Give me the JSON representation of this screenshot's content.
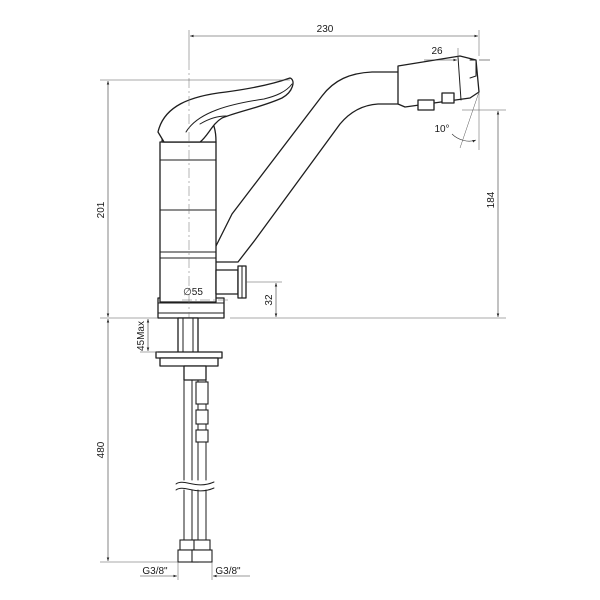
{
  "dimensions": {
    "width_total": "230",
    "spout_tip": "26",
    "spout_angle": "10°",
    "height_total": "201",
    "spout_height": "184",
    "outlet_height": "32",
    "mount_thickness": "45Max",
    "hose_length": "480",
    "base_diameter": "∅55",
    "hose_thread_left": "G3/8\"",
    "hose_thread_right": "G3/8\""
  }
}
